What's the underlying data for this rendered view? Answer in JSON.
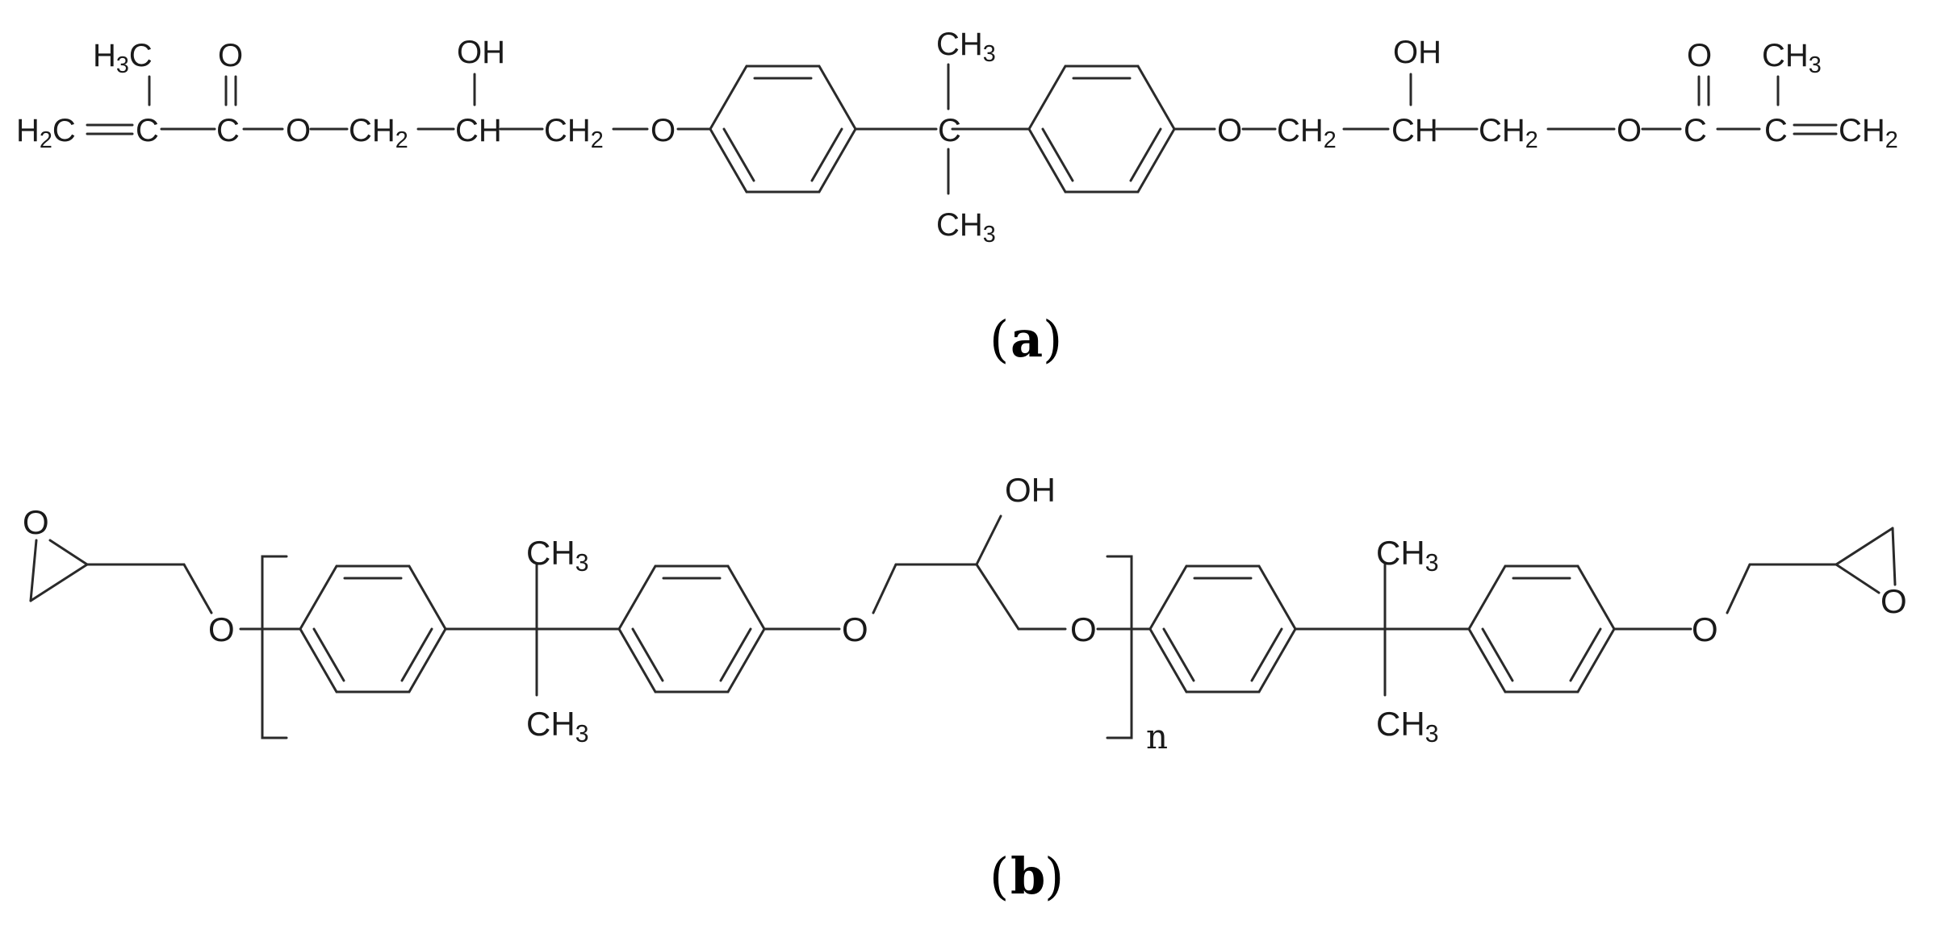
{
  "figure": {
    "panel_a": {
      "caption_open": "(",
      "caption_letter": "a",
      "caption_close": ")",
      "labels": {
        "h3c": "H3C",
        "o_top": "O",
        "oh_left": "OH",
        "ch3_top": "CH3",
        "oh_right": "OH",
        "o_top_right": "O",
        "ch3_right": "CH3",
        "h2c": "H2C",
        "c1": "C",
        "c2": "C",
        "o_ester_left": "O",
        "ch2_1": "CH2",
        "ch_1": "CH",
        "ch2_2": "CH2",
        "o_ether_left": "O",
        "c_center": "C",
        "ch3_bottom": "CH3",
        "o_ether_right": "O",
        "ch2_3": "CH2",
        "ch_2": "CH",
        "ch2_4": "CH2",
        "o_ester_right": "O",
        "c3": "C",
        "c4": "C",
        "ch2_end": "CH2"
      }
    },
    "panel_b": {
      "caption_open": "(",
      "caption_letter": "b",
      "caption_close": ")",
      "labels": {
        "epox_o_left": "O",
        "o1": "O",
        "ch3_a_top": "CH3",
        "ch3_a_bottom": "CH3",
        "o2": "O",
        "oh": "OH",
        "o3": "O",
        "n": "n",
        "ch3_b_top": "CH3",
        "ch3_b_bottom": "CH3",
        "o4": "O",
        "epox_o_right": "O"
      }
    }
  }
}
